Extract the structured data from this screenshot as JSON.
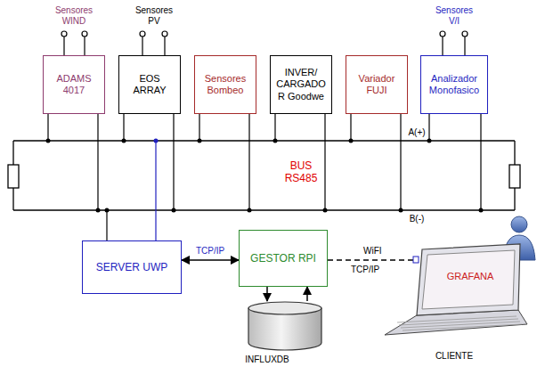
{
  "diagram": {
    "nodes": [
      {
        "text": [
          "ADAMS 4017"
        ]
      },
      {
        "text": [
          "EOS ARRAY"
        ]
      },
      {
        "text": [
          "Sensores Bombeo"
        ]
      },
      {
        "text": [
          "INVER/ CARGADOR Goodwe"
        ]
      },
      {
        "text": [
          "Variador FUJI"
        ]
      },
      {
        "text": [
          "Analizador Monofasico"
        ]
      },
      {
        "text": [
          "SERVER UWP"
        ]
      },
      {
        "text": [
          "GESTOR RPI"
        ]
      },
      {
        "text": [
          "INFLUXDB"
        ]
      },
      {
        "text": [
          "GRAFANA",
          "CLIENTE"
        ]
      }
    ],
    "edges": [
      {
        "from": 6,
        "to": 7,
        "arrow": "both",
        "label": "TCP/IP"
      },
      {
        "from": 7,
        "to": 8,
        "arrow": "to"
      },
      {
        "from": 8,
        "to": 7,
        "arrow": "to"
      },
      {
        "from": 7,
        "to": 9,
        "arrow": "none",
        "label": "WiFI"
      }
    ],
    "labels": [
      "Sensores WIND",
      "Sensores PV",
      "Sensores V/I",
      "A(+)",
      "BUS RS485",
      "B(-)",
      "TCP/IP"
    ]
  }
}
